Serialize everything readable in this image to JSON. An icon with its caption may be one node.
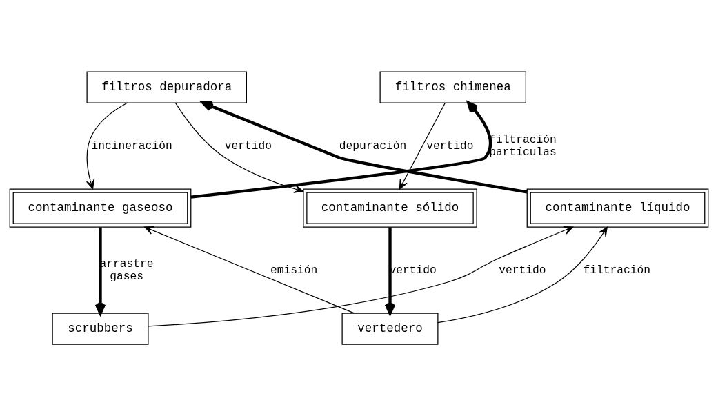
{
  "diagram": {
    "nodes": [
      {
        "text": [
          "filtros depuradora"
        ]
      },
      {
        "text": [
          "filtros chimenea"
        ]
      },
      {
        "text": [
          "contaminante líquido"
        ]
      },
      {
        "text": [
          "contaminante gaseoso"
        ]
      },
      {
        "text": [
          "contaminante sólido"
        ]
      },
      {
        "text": [
          "scrubbers"
        ]
      },
      {
        "text": [
          "vertedero"
        ]
      }
    ],
    "edges": [
      {
        "from": 2,
        "to": 0,
        "arrow": "to",
        "label": "depuración",
        "style": "thick"
      },
      {
        "from": 0,
        "to": 4,
        "arrow": "to",
        "label": "vertido"
      },
      {
        "from": 0,
        "to": 3,
        "arrow": "to",
        "label": "incineración"
      },
      {
        "from": 1,
        "to": 4,
        "arrow": "to",
        "label": "vertido"
      },
      {
        "from": 3,
        "to": 1,
        "arrow": "to",
        "label": "filtración partículas",
        "style": "thick"
      },
      {
        "from": 3,
        "to": 5,
        "arrow": "to",
        "label": "arrastre gases",
        "style": "thick"
      },
      {
        "from": 6,
        "to": 3,
        "arrow": "to",
        "label": "emisión"
      },
      {
        "from": 4,
        "to": 6,
        "arrow": "to",
        "label": "vertido",
        "style": "thick"
      },
      {
        "from": 6,
        "to": 2,
        "arrow": "to",
        "label": "filtración"
      },
      {
        "from": 5,
        "to": 2,
        "arrow": "to",
        "label": "vertido"
      }
    ]
  }
}
